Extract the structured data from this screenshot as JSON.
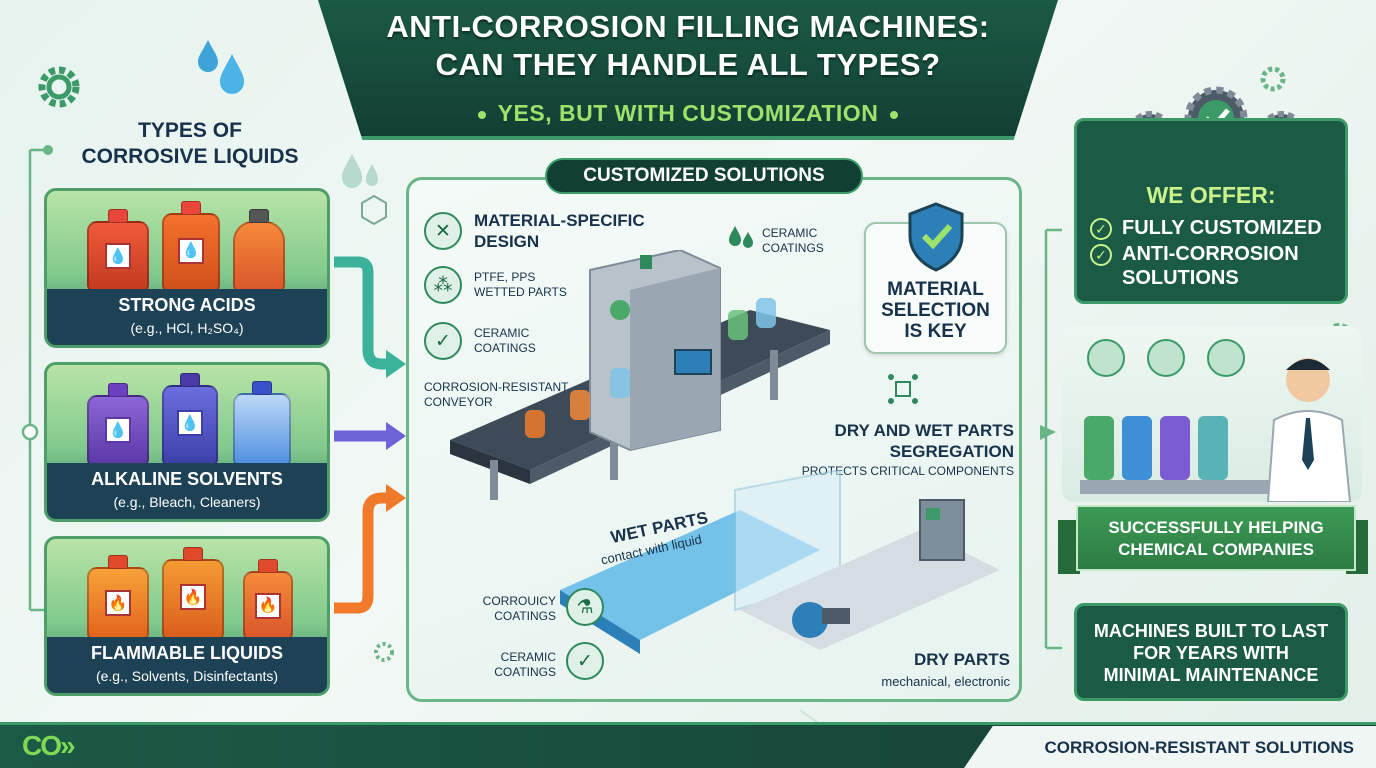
{
  "header": {
    "title_line1": "ANTI-CORROSION FILLING MACHINES:",
    "title_line2": "CAN THEY HANDLE ALL TYPES?",
    "subtitle": "YES, BUT WITH CUSTOMIZATION"
  },
  "types": {
    "title_line1": "TYPES OF",
    "title_line2": "CORROSIVE LIQUIDS",
    "items": [
      {
        "name": "STRONG ACIDS",
        "example": "(e.g., HCl, H₂SO₄)"
      },
      {
        "name": "ALKALINE SOLVENTS",
        "example": "(e.g., Bleach, Cleaners)"
      },
      {
        "name": "FLAMMABLE LIQUIDS",
        "example": "(e.g., Solvents, Disinfectants)"
      }
    ]
  },
  "center": {
    "badge": "CUSTOMIZED SOLUTIONS",
    "material_design_1": "MATERIAL-SPECIFIC",
    "material_design_2": "DESIGN",
    "ptfe_1": "PTFE, PPS",
    "ptfe_2": "WETTED PARTS",
    "ceramic_left_1": "CERAMIC",
    "ceramic_left_2": "COATINGS",
    "conveyor_1": "CORROSION-RESISTANT",
    "conveyor_2": "CONVEYOR",
    "ceramic_top_1": "CERAMIC",
    "ceramic_top_2": "COATINGS",
    "material_key_1": "MATERIAL",
    "material_key_2": "SELECTION",
    "material_key_3": "IS KEY",
    "dry_wet_1": "DRY AND WET PARTS",
    "dry_wet_2": "SEGREGATION",
    "protects": "PROTECTS CRITICAL COMPONENTS",
    "wet_parts": "WET PARTS",
    "wet_contact": "contact with liquid",
    "corrouicy_1": "CORROUICY",
    "corrouicy_2": "COATINGS",
    "ceramic_bottom_1": "CERAMIC",
    "ceramic_bottom_2": "COATINGS",
    "dry_parts": "DRY PARTS",
    "dry_sub": "mechanical, electronic"
  },
  "offer": {
    "title": "WE OFFER:",
    "line1": "FULLY CUSTOMIZED",
    "line2": "ANTI-CORROSION",
    "line3": "SOLUTIONS"
  },
  "ribbon": {
    "line1": "SUCCESSFULLY HELPING",
    "line2": "CHEMICAL COMPANIES"
  },
  "maintenance": {
    "line1": "MACHINES BUILT TO LAST",
    "line2": "FOR YEARS WITH",
    "line3": "MINIMAL MAINTENANCE"
  },
  "footer": {
    "label": "CORROSION-RESISTANT SOLUTIONS",
    "logo": "CO»"
  },
  "colors": {
    "dark_green": "#1b5a45",
    "accent_green": "#3b9a67",
    "lime": "#9be36b",
    "navy": "#1d4155"
  }
}
